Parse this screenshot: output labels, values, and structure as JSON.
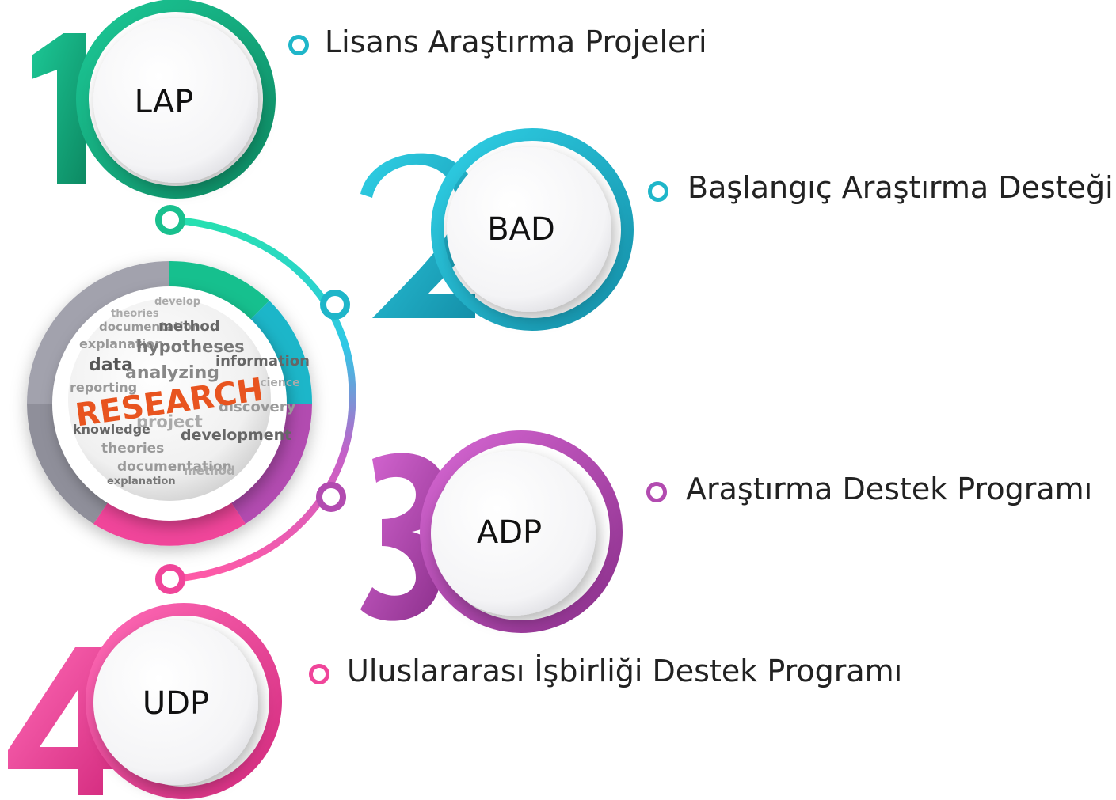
{
  "colors": {
    "green": "#17a57c",
    "teal": "#1fb6c9",
    "purple": "#b24bb0",
    "pink": "#f0459a",
    "gray": "#8f8f9a",
    "center_word_highlight": "#e8541f"
  },
  "center_graphic": {
    "label": "RESEARCH",
    "words": [
      "theories",
      "develop",
      "documentation",
      "method",
      "explanation",
      "hypotheses",
      "data",
      "information",
      "analyzing",
      "reporting",
      "science",
      "discovery",
      "project",
      "knowledge",
      "theories",
      "development",
      "documentation",
      "method",
      "explanation"
    ]
  },
  "steps": [
    {
      "number": "1",
      "abbr": "LAP",
      "name": "Lisans Araştırma Projeleri",
      "color": "#17a57c"
    },
    {
      "number": "2",
      "abbr": "BAD",
      "name": "Başlangıç Araştırma Desteği",
      "color": "#1fb6c9"
    },
    {
      "number": "3",
      "abbr": "ADP",
      "name": "Araştırma Destek Programı",
      "color": "#b24bb0"
    },
    {
      "number": "4",
      "abbr": "UDP",
      "name": "Uluslararası İşbirliği Destek Programı",
      "color": "#f0459a"
    }
  ]
}
